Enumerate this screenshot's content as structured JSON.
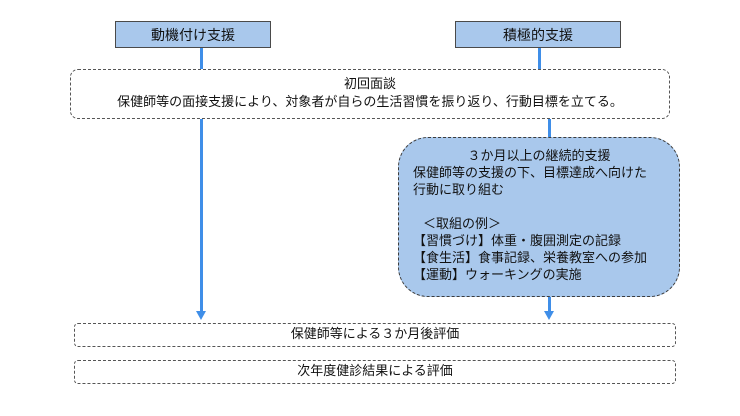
{
  "headers": {
    "left": "動機付け支援",
    "right": "積極的支援"
  },
  "initial": {
    "title": "初回面談",
    "body": "保健師等の面接支援により、対象者が自らの生活習慣を振り返り、行動目標を立てる。"
  },
  "continuous": {
    "title": "３か月以上の継続的支援",
    "line1": "保健師等の支援の下、目標達成へ向けた",
    "line2": "行動に取り組む",
    "examples_title": "＜取組の例＞",
    "examples": [
      "【習慣づけ】体重・腹囲測定の記録",
      "【食生活】食事記録、栄養教室への参加",
      "【運動】ウォーキングの実施"
    ]
  },
  "evaluation": "保健師等による３か月後評価",
  "next_year": "次年度健診結果による評価",
  "colors": {
    "box_fill": "#a9c8ec",
    "arrow": "#3f8ee8"
  }
}
